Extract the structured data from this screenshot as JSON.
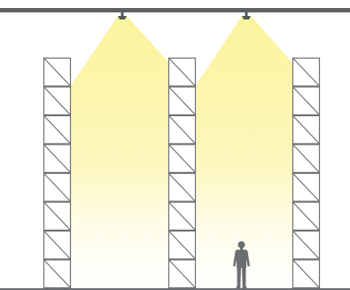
{
  "diagram": {
    "ceiling_color": "#5f6264",
    "rack_stroke_color": "#6e7174",
    "light_color": "#fbf49c",
    "fixture_color": "#55585a",
    "person_color": "#6b6e70",
    "floor_color": "#6b6e70",
    "rack_count": 3,
    "fixture_count": 2,
    "levels_per_rack": 8,
    "icons": [
      "ceiling-beam",
      "high-bay-luminaire",
      "pallet-rack",
      "person-silhouette",
      "light-cone"
    ]
  }
}
